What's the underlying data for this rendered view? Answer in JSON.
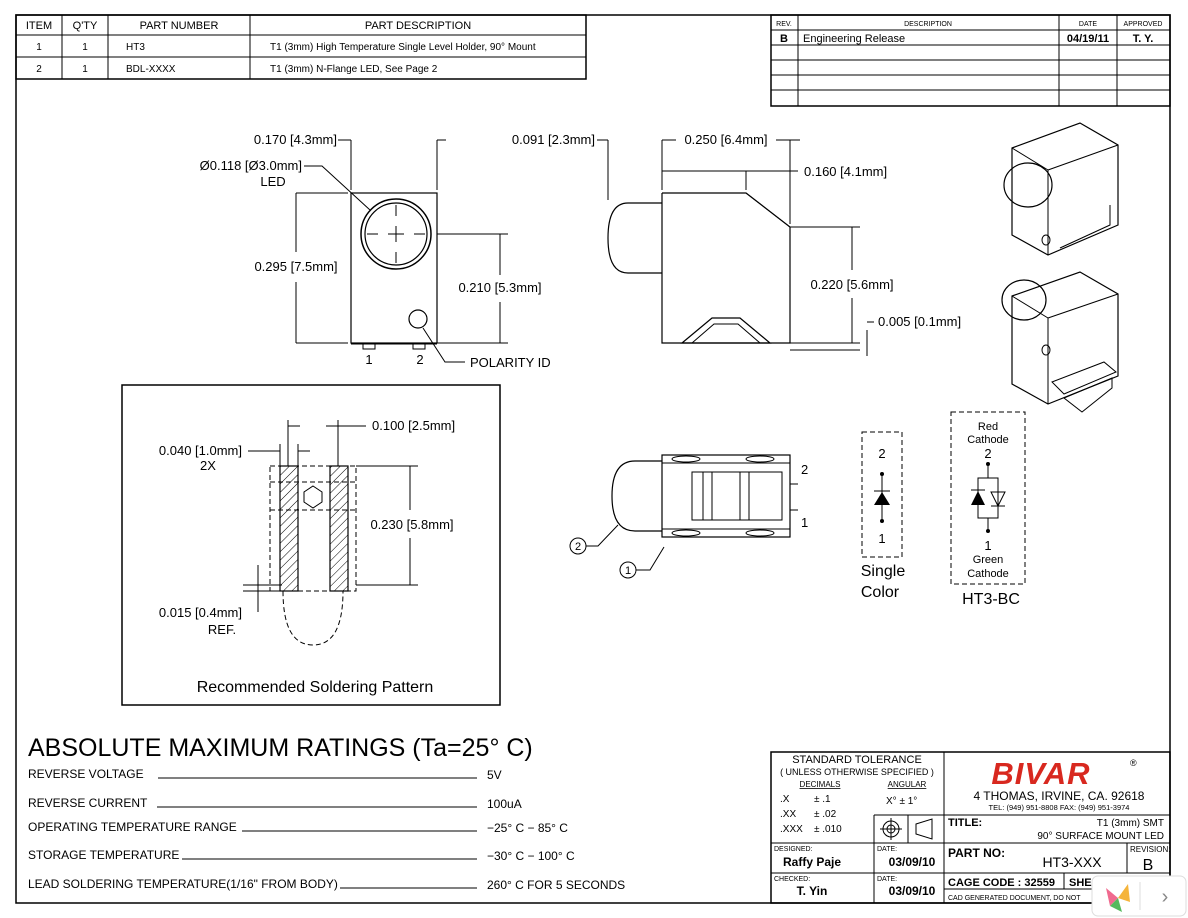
{
  "parts_table": {
    "headers": [
      "ITEM",
      "Q'TY",
      "PART NUMBER",
      "PART DESCRIPTION"
    ],
    "rows": [
      {
        "item": "1",
        "qty": "1",
        "part_number": "HT3",
        "description": "T1 (3mm) High Temperature Single Level Holder, 90° Mount"
      },
      {
        "item": "2",
        "qty": "1",
        "part_number": "BDL-XXXX",
        "description": "T1 (3mm) N-Flange LED, See Page 2"
      }
    ]
  },
  "revision_table": {
    "headers": [
      "REV.",
      "DESCRIPTION",
      "DATE",
      "APPROVED"
    ],
    "rows": [
      {
        "rev": "B",
        "description": "Engineering Release",
        "date": "04/19/11",
        "approved": "T. Y."
      }
    ]
  },
  "front_view": {
    "dim_width": "0.170 [4.3mm]",
    "dim_led_dia": "Ø0.118 [Ø3.0mm]",
    "led_label": "LED",
    "dim_height": "0.295 [7.5mm]",
    "dim_center_height": "0.210 [5.3mm]",
    "pin1": "1",
    "pin2": "2",
    "polarity_label": "POLARITY ID"
  },
  "side_view": {
    "dim_led_protrusion": "0.091 [2.3mm]",
    "dim_body_length": "0.250 [6.4mm]",
    "dim_top": "0.160 [4.1mm]",
    "dim_height": "0.220 [5.6mm]",
    "dim_standoff": "0.005 [0.1mm]"
  },
  "soldering_pattern": {
    "dim_pitch": "0.100 [2.5mm]",
    "dim_pad_width": "0.040 [1.0mm]",
    "pad_width_qty": "2X",
    "dim_pad_length": "0.230 [5.8mm]",
    "dim_ref": "0.015 [0.4mm]",
    "ref_label": "REF.",
    "caption": "Recommended Soldering Pattern"
  },
  "bottom_view": {
    "pin2": "2",
    "pin1": "1",
    "callout_2": "2",
    "callout_1": "1"
  },
  "schematic_single": {
    "pin_top": "2",
    "pin_bottom": "1",
    "caption_line1": "Single",
    "caption_line2": "Color"
  },
  "schematic_bicolor": {
    "top_label_line1": "Red",
    "top_label_line2": "Cathode",
    "pin_top": "2",
    "pin_bottom": "1",
    "bottom_label_line1": "Green",
    "bottom_label_line2": "Cathode",
    "caption": "HT3-BC"
  },
  "ratings": {
    "title": "ABSOLUTE MAXIMUM RATINGS (Ta=25° C)",
    "rows": [
      {
        "label": "REVERSE VOLTAGE",
        "value": "5V"
      },
      {
        "label": "REVERSE CURRENT",
        "value": "100uA"
      },
      {
        "label": "OPERATING TEMPERATURE RANGE",
        "value": "−25° C − 85° C"
      },
      {
        "label": "STORAGE TEMPERATURE",
        "value": "−30° C − 100° C"
      },
      {
        "label": "LEAD SOLDERING TEMPERATURE(1/16\" FROM BODY)",
        "value": "260° C FOR 5 SECONDS"
      }
    ]
  },
  "title_block": {
    "tolerance_title": "STANDARD TOLERANCE",
    "tolerance_sub": "( UNLESS OTHERWISE SPECIFIED )",
    "decimals_label": "DECIMALS",
    "angular_label": "ANGULAR",
    "tol_x": ".X",
    "tol_x_val": "± .1",
    "tol_xx": ".XX",
    "tol_xx_val": "± .02",
    "tol_xxx": ".XXX",
    "tol_xxx_val": "± .010",
    "angular_val": "X°   ± 1°",
    "brand": "BIVAR",
    "brand_reg": "®",
    "address": "4 THOMAS, IRVINE, CA. 92618",
    "phone": "TEL: (949) 951-8808     FAX: (949) 951-3974",
    "title_label": "TITLE:",
    "title_line1": "T1 (3mm) SMT",
    "title_line2": "90° SURFACE MOUNT LED",
    "designed_label": "DESIGNED:",
    "designed_by": "Raffy Paje",
    "date_label": "DATE:",
    "designed_date": "03/09/10",
    "partno_label": "PART NO:",
    "part_no": "HT3-XXX",
    "revision_label": "REVISION:",
    "revision": "B",
    "checked_label": "CHECKED:",
    "checked_by": "T. Yin",
    "checked_date": "03/09/10",
    "cage_code": "CAGE CODE :  32559",
    "sheet_label": "SHE",
    "cad_note": "CAD GENERATED DOCUMENT, DO NOT"
  },
  "viewer": {
    "next_glyph": "›"
  }
}
